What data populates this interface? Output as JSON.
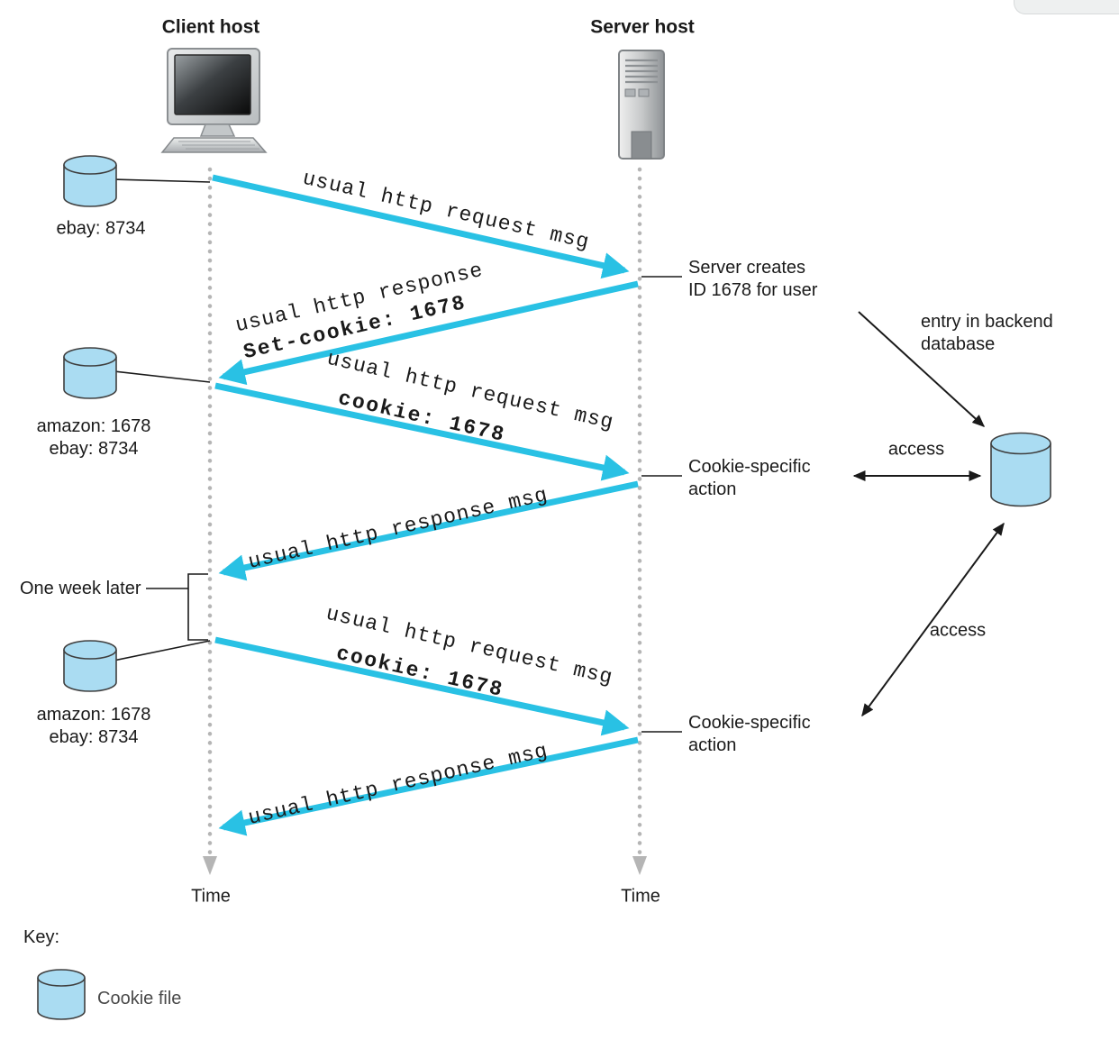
{
  "figure": {
    "client_host": "Client host",
    "server_host": "Server host",
    "time_client": "Time",
    "time_server": "Time"
  },
  "cookie_files": {
    "file1": "ebay: 8734",
    "file2_line1": "amazon: 1678",
    "file2_line2": "ebay: 8734",
    "file3_line1": "amazon: 1678",
    "file3_line2": "ebay: 8734"
  },
  "messages": {
    "req1": "usual http request msg",
    "resp1_plain": "usual http response",
    "resp1_bold": "Set-cookie: 1678",
    "req2_plain": "usual http request msg",
    "req2_bold": "cookie: 1678",
    "resp2": "usual http response msg",
    "req3_plain": "usual http request msg",
    "req3_bold": "cookie: 1678",
    "resp3": "usual http response msg"
  },
  "annotations": {
    "server_creates_line1": "Server creates",
    "server_creates_line2": "ID 1678 for user",
    "backend_line1": "entry in backend",
    "backend_line2": "database",
    "cookie_action1_line1": "Cookie-specific",
    "cookie_action1_line2": "action",
    "cookie_action2_line1": "Cookie-specific",
    "cookie_action2_line2": "action",
    "access_top": "access",
    "access_bottom": "access",
    "one_week_later": "One week later"
  },
  "key": {
    "title": "Key:",
    "cookie_file": "Cookie file"
  },
  "colors": {
    "message_arrow": "#29c1e4",
    "cylinder_fill": "#aadcf2",
    "timeline_dots": "#b5b5b5",
    "text": "#1a1a1a",
    "background": "#ffffff"
  }
}
